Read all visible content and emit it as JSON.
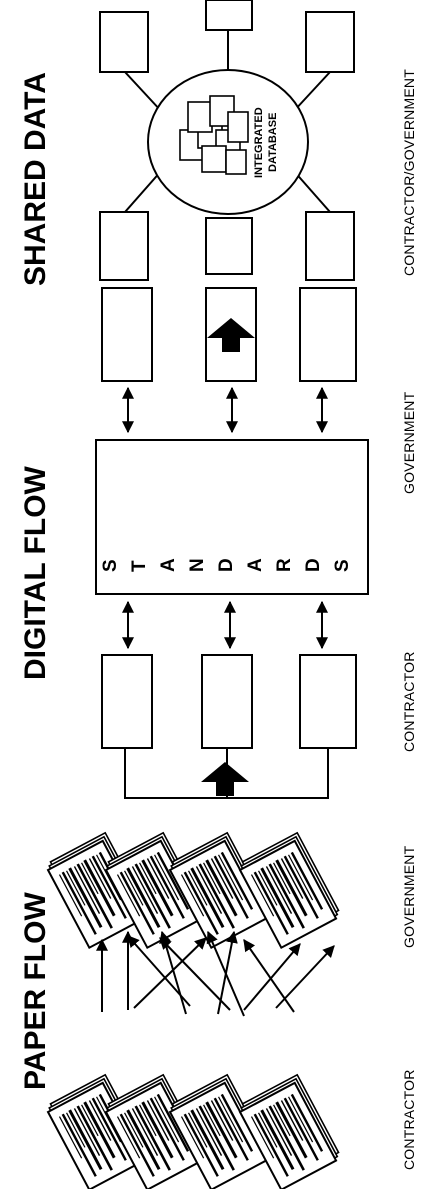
{
  "sections": {
    "paper_flow": {
      "title": "PAPER FLOW",
      "left_label": "CONTRACTOR",
      "right_label": "GOVERNMENT"
    },
    "digital_flow": {
      "title": "DIGITAL FLOW",
      "left_label": "CONTRACTOR",
      "right_label": "GOVERNMENT",
      "hub_letters": [
        "S",
        "T",
        "A",
        "N",
        "D",
        "A",
        "R",
        "D",
        "S"
      ]
    },
    "shared_data": {
      "title": "SHARED DATA",
      "hub_line1": "INTEGRATED",
      "hub_line2": "DATABASE",
      "bottom_label": "CONTRACTOR/GOVERNMENT"
    }
  }
}
